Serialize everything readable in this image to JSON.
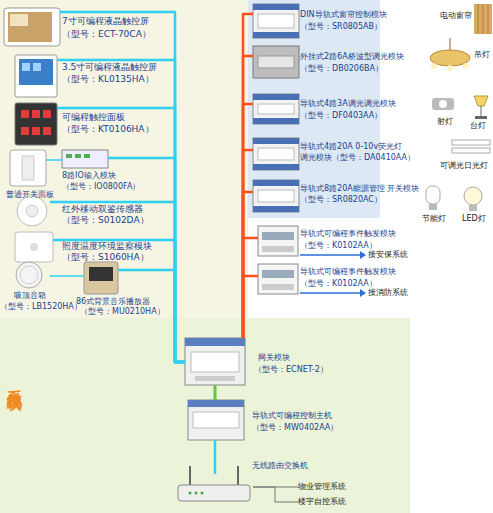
{
  "diagram": {
    "nodes": [
      {
        "text": [
          "7寸可编程液晶触控屏",
          "（型号：ECT-70CA）"
        ]
      },
      {
        "text": [
          "3.5寸可编程液晶触控屏",
          "（型号：KL0135HA）"
        ]
      },
      {
        "text": [
          "可编程触控面板",
          "（型号：KT0106HA）"
        ]
      },
      {
        "text": [
          "普通开关面板"
        ]
      },
      {
        "text": [
          "8路IO输入模块",
          "（型号：IO0800FA）"
        ]
      },
      {
        "text": [
          "红外移动双鉴传感器",
          "（型号：S0102DA）"
        ]
      },
      {
        "text": [
          "照度温度环境监察模块",
          "（型号：S1060HA）"
        ]
      },
      {
        "text": [
          "吸顶音箱",
          "（型号：LB1520HA）"
        ]
      },
      {
        "text": [
          "86式背景音乐播放器",
          "（型号：MU0210HA）"
        ]
      },
      {
        "text": [
          "DIN导轨式窗帘控制模块",
          "（型号：SR0805AB）"
        ]
      },
      {
        "text": [
          "外挂式2路6A桥波型调光模块",
          "（型号：DB0206BA）"
        ]
      },
      {
        "text": [
          "导轨式4路3A调光调光模块",
          "（型号：DF0403AA）"
        ]
      },
      {
        "text": [
          "导轨式4路20A 0-10v荧光灯 调光模块（型号：DA0410AA）"
        ]
      },
      {
        "text": [
          "导轨式8路20A能源管理 开关模块（型号：SR0820AC）"
        ]
      },
      {
        "text": [
          "导轨式可编程事件触发模块",
          "（型号：K0102AA）"
        ]
      },
      {
        "text": [
          "导轨式可编程事件触发模块",
          "（型号：K0102AA）"
        ]
      },
      {
        "text": [
          "网关模块",
          "（型号：ECNET-2）"
        ]
      },
      {
        "text": [
          "导轨式可编程控制主机",
          "（型号：MW0402AA）"
        ]
      },
      {
        "text": [
          "无线路由交换机"
        ]
      },
      {
        "text": [
          "物业管理系统"
        ]
      },
      {
        "text": [
          "楼宇自控系统"
        ]
      }
    ],
    "edges": [
      {
        "from": 0,
        "to": 16,
        "arrow": "none"
      },
      {
        "from": 1,
        "to": 16,
        "arrow": "none"
      },
      {
        "from": 2,
        "to": 16,
        "arrow": "none"
      },
      {
        "from": 3,
        "to": 4,
        "arrow": "none"
      },
      {
        "from": 4,
        "to": 16,
        "arrow": "none"
      },
      {
        "from": 5,
        "to": 16,
        "arrow": "none"
      },
      {
        "from": 6,
        "to": 16,
        "arrow": "none"
      },
      {
        "from": 7,
        "to": 8,
        "arrow": "none"
      },
      {
        "from": 8,
        "to": 16,
        "arrow": "none"
      },
      {
        "from": 9,
        "to": 16,
        "arrow": "none"
      },
      {
        "from": 10,
        "to": 16,
        "arrow": "none"
      },
      {
        "from": 11,
        "to": 16,
        "arrow": "none"
      },
      {
        "from": 12,
        "to": 16,
        "arrow": "none"
      },
      {
        "from": 13,
        "to": 16,
        "arrow": "none"
      },
      {
        "from": 14,
        "to": 16,
        "arrow": "none"
      },
      {
        "from": 15,
        "to": 16,
        "arrow": "none"
      },
      {
        "from": 16,
        "to": 17,
        "arrow": "none"
      },
      {
        "from": 17,
        "to": 18,
        "arrow": "none"
      },
      {
        "from": 18,
        "to": 19,
        "arrow": "none"
      },
      {
        "from": 18,
        "to": 20,
        "arrow": "none"
      }
    ],
    "labels": [
      "电动窗帘",
      "吊灯",
      "射灯",
      "台灯",
      "可调光日光灯",
      "节能灯",
      "LED灯",
      "接安保系统",
      "接消防系统",
      "系统模块"
    ]
  }
}
